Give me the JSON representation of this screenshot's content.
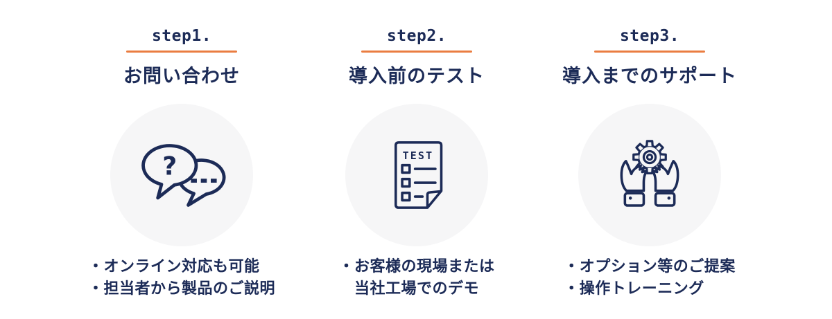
{
  "page": {
    "background": "#ffffff",
    "description": "3-step onboarding flow infographic"
  },
  "colors": {
    "navy": "#1c2b57",
    "orange": "#ea7d41",
    "circle_bg": "#f6f6f7"
  },
  "steps": [
    {
      "label": "step1.",
      "title": "お問い合わせ",
      "icon": "question-speech-bubbles-icon",
      "bullets": [
        "・オンライン対応も可能",
        "・担当者から製品のご説明"
      ]
    },
    {
      "label": "step2.",
      "title": "導入前のテスト",
      "icon": "test-checklist-document-icon",
      "bullets": [
        "・お客様の現場または",
        "　当社工場でのデモ"
      ]
    },
    {
      "label": "step3.",
      "title": "導入までのサポート",
      "icon": "hands-holding-gear-icon",
      "bullets": [
        "・オプション等のご提案",
        "・操作トレーニング"
      ]
    }
  ],
  "icon_texts": {
    "question_mark": "?",
    "test_label": "TEST"
  }
}
